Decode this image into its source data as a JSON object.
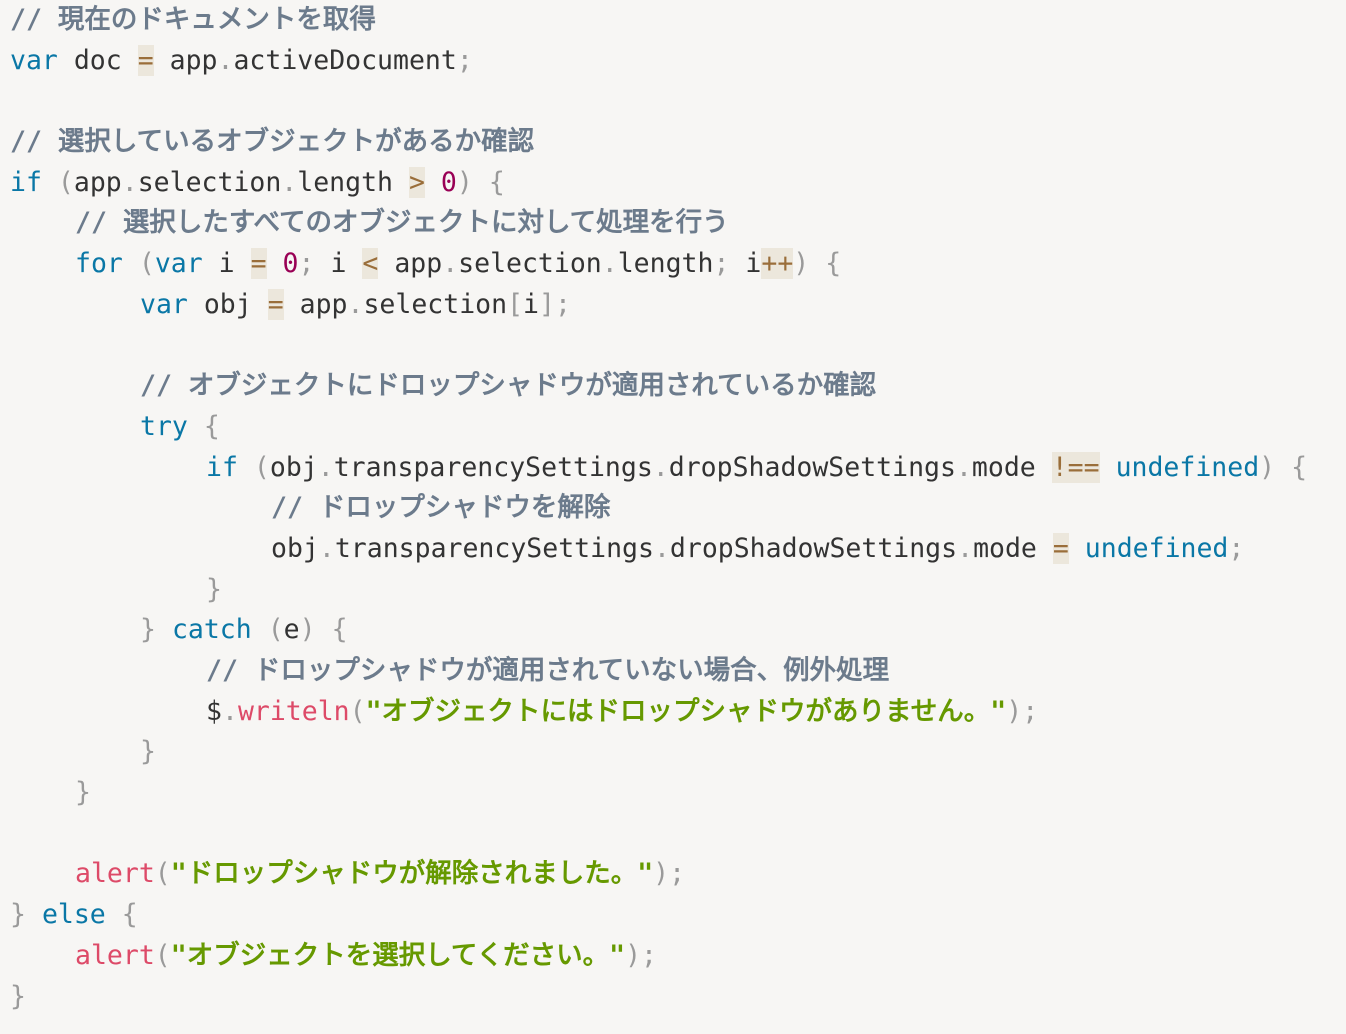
{
  "code": {
    "c1": "// 現在のドキュメントを取得",
    "kw_var": "var",
    "kw_if": "if",
    "kw_for": "for",
    "kw_try": "try",
    "kw_catch": "catch",
    "kw_else": "else",
    "kw_undefined": "undefined",
    "doc": "doc",
    "app": "app",
    "activeDocument": "activeDocument",
    "c2": "// 選択しているオブジェクトがあるか確認",
    "selection": "selection",
    "length": "length",
    "zero": "0",
    "c3": "// 選択したすべてのオブジェクトに対して処理を行う",
    "i": "i",
    "obj": "obj",
    "c4": "// オブジェクトにドロップシャドウが適用されているか確認",
    "transparencySettings": "transparencySettings",
    "dropShadowSettings": "dropShadowSettings",
    "mode": "mode",
    "c5": "// ドロップシャドウを解除",
    "e": "e",
    "c6": "// ドロップシャドウが適用されていない場合、例外処理",
    "dollar": "$",
    "writeln": "writeln",
    "str1": "\"オブジェクトにはドロップシャドウがありません。\"",
    "alert": "alert",
    "str2": "\"ドロップシャドウが解除されました。\"",
    "str3": "\"オブジェクトを選択してください。\"",
    "eq": "=",
    "gt": ">",
    "lt": "<",
    "neq": "!==",
    "inc": "++",
    "dot": ".",
    "semi": ";",
    "lparen": "(",
    "rparen": ")",
    "lbrace": "{",
    "rbrace": "}",
    "lbracket": "[",
    "rbracket": "]"
  }
}
